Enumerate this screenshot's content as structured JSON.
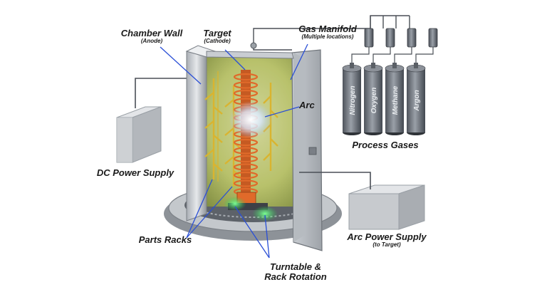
{
  "labels": {
    "chamber_wall": "Chamber Wall",
    "chamber_wall_sub": "(Anode)",
    "target": "Target",
    "target_sub": "(Cathode)",
    "gas_manifold": "Gas Manifold",
    "gas_manifold_sub": "(Multiple locations)",
    "arc": "Arc",
    "dc_power_supply": "DC Power Supply",
    "parts_racks": "Parts Racks",
    "turntable_line1": "Turntable &",
    "turntable_line2": "Rack Rotation",
    "arc_power_supply": "Arc Power Supply",
    "arc_power_supply_sub": "(to Target)",
    "process_gases": "Process Gases"
  },
  "gas_cylinders": [
    {
      "name": "Nitrogen"
    },
    {
      "name": "Oxygen"
    },
    {
      "name": "Methane"
    },
    {
      "name": "Argon"
    }
  ],
  "colors": {
    "metal_light": "#d4d8dc",
    "metal_dark": "#7a7f86",
    "cylinder": "#6b7079",
    "leader_line": "#2a4fd6",
    "coil": "#e06a2a",
    "rack": "#d9b430",
    "glow_green": "#3ee86a",
    "glow_yellow": "#f3f29a"
  }
}
